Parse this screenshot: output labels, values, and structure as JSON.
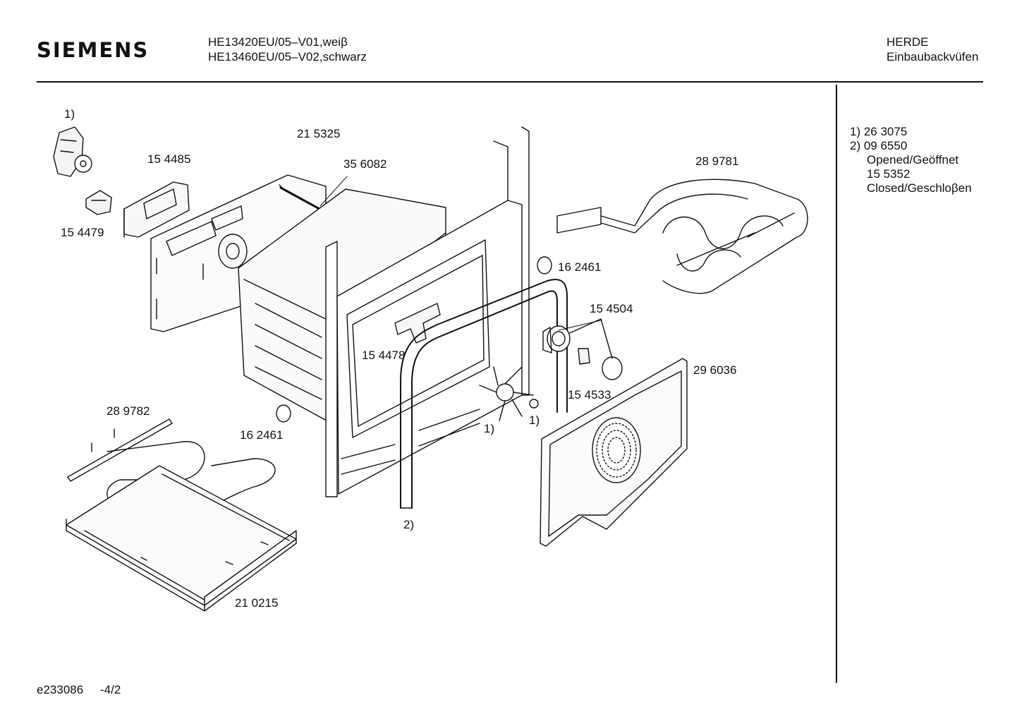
{
  "header": {
    "brand": "SIEMENS",
    "model_line_1": "HE13420EU/05–V01,weiβ",
    "model_line_2": "HE13460EU/05–V02,schwarz",
    "category": "HERDE",
    "subcategory": "Einbaubackvüfen"
  },
  "notes": {
    "line_1": "1) 26 3075",
    "line_2": "2) 09 6550",
    "line_3": "Opened/Geöffnet",
    "line_4": "15 5352",
    "line_5": "Closed/Geschloβen"
  },
  "part_labels": {
    "ref_1_top": "1)",
    "p215325": "21 5325",
    "p154485": "15 4485",
    "p356082": "35 6082",
    "p289781": "28 9781",
    "p154479": "15 4479",
    "p162461_a": "16 2461",
    "p154504": "15 4504",
    "p154478": "15 4478",
    "p296036": "29 6036",
    "p154533": "15 4533",
    "p289782": "28 9782",
    "p162461_b": "16 2461",
    "ref_1_fan": "1)",
    "ref_1_nut": "1)",
    "ref_2_frame": "2)",
    "p210215": "21 0215"
  },
  "footer": {
    "doc_id": "e233086",
    "page": "-4/2"
  },
  "colors": {
    "ink": "#111111",
    "background": "#ffffff"
  }
}
